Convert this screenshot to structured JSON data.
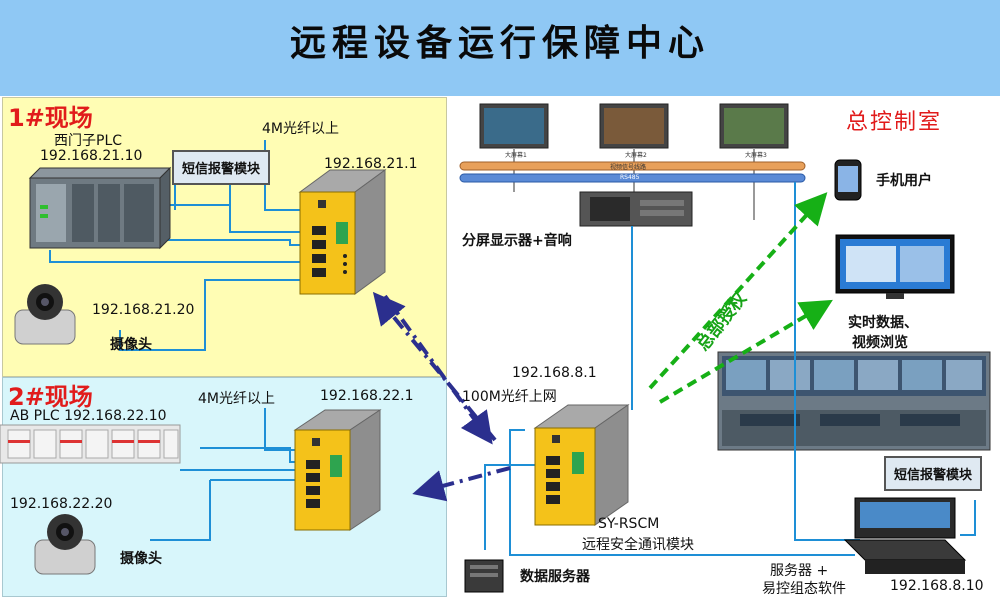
{
  "title": "远程设备运行保障中心",
  "site1": {
    "title": "1#现场",
    "plc_name": "西门子PLC",
    "plc_ip": "192.168.21.10",
    "sms_module": "短信报警模块",
    "fiber": "4M光纤以上",
    "module_ip": "192.168.21.1",
    "camera_ip": "192.168.21.20",
    "camera_label": "摄像头"
  },
  "site2": {
    "title": "2#现场",
    "fiber": "4M光纤以上",
    "module_ip": "192.168.22.1",
    "plc_label": "AB PLC  192.168.22.10",
    "camera_ip": "192.168.22.20",
    "camera_label": "摄像头"
  },
  "control_room": {
    "title": "总控制室",
    "screens": [
      "大屏幕1",
      "大屏幕2",
      "大屏幕3"
    ],
    "bus_label_1": "视频信号线路",
    "bus_label_2": "RS485",
    "splitter_label": "分屏显示器+音响",
    "mobile_label": "手机用户",
    "realtime_label_1": "实时数据、",
    "realtime_label_2": "视频浏览",
    "sms_module": "短信报警模块",
    "gateway_ip": "192.168.8.1",
    "uplink": "100M光纤上网",
    "rscm_name": "SY-RSCM",
    "rscm_desc": "远程安全通讯模块",
    "data_server": "数据服务器",
    "server_label_1": "服务器 +",
    "server_label_2": "易控组态软件",
    "server_ip": "192.168.8.10",
    "auth_label": "总部授权"
  },
  "colors": {
    "header": "#8fc8f4",
    "site1_bg": "#fffdb4",
    "site2_bg": "#d8f6fb",
    "red": "#e11b1b",
    "green": "#16b016",
    "navy": "#2b2f8e",
    "cable": "#1e8fd6"
  }
}
